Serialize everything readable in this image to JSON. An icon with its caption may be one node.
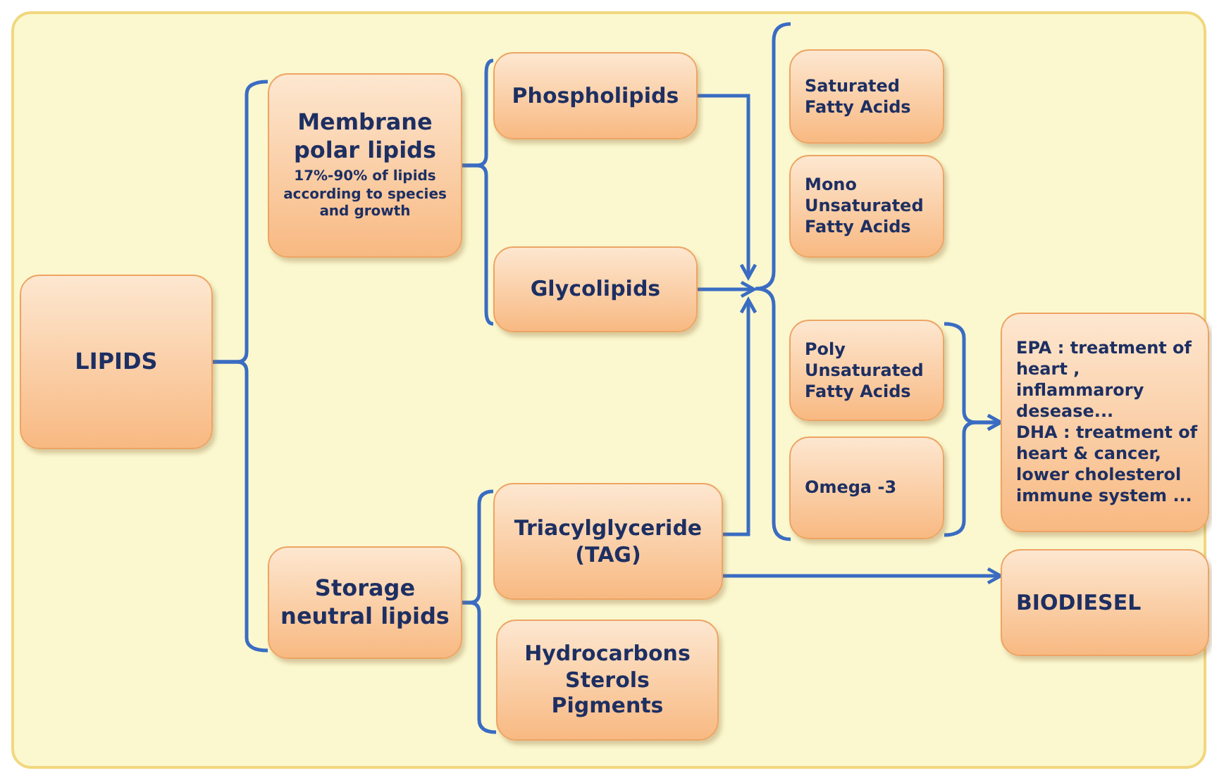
{
  "diagram": {
    "nodes": [
      {
        "text": [
          "LIPIDS"
        ]
      },
      {
        "text": [
          "Membrane polar lipids",
          "17%-90% of lipids according to species and growth"
        ]
      },
      {
        "text": [
          "Storage neutral lipids"
        ]
      },
      {
        "text": [
          "Phospholipids"
        ]
      },
      {
        "text": [
          "Glycolipids"
        ]
      },
      {
        "text": [
          "Triacylglyceride (TAG)"
        ]
      },
      {
        "text": [
          "Hydrocarbons",
          "Sterols",
          "Pigments"
        ]
      },
      {
        "text": [],
        "shape": "bracket"
      },
      {
        "text": [
          "Saturated Fatty Acids"
        ]
      },
      {
        "text": [
          "Mono Unsaturated Fatty Acids"
        ]
      },
      {
        "text": [
          "Poly Unsaturated Fatty Acids"
        ]
      },
      {
        "text": [
          "Omega -3"
        ]
      },
      {
        "text": [
          "EPA : treatment of heart , inflammarory desease...",
          "DHA : treatment of heart & cancer, lower cholesterol immune system ..."
        ]
      },
      {
        "text": [
          "BIODIESEL"
        ]
      }
    ],
    "edges": [
      {
        "from": 0,
        "to": 1,
        "arrow": "none"
      },
      {
        "from": 0,
        "to": 2,
        "arrow": "none"
      },
      {
        "from": 1,
        "to": 3,
        "arrow": "none"
      },
      {
        "from": 1,
        "to": 4,
        "arrow": "none"
      },
      {
        "from": 2,
        "to": 5,
        "arrow": "none"
      },
      {
        "from": 2,
        "to": 6,
        "arrow": "none"
      },
      {
        "from": 3,
        "to": 7,
        "arrow": "to"
      },
      {
        "from": 4,
        "to": 7,
        "arrow": "to"
      },
      {
        "from": 5,
        "to": 7,
        "arrow": "to"
      },
      {
        "from": 10,
        "to": 12,
        "arrow": "to"
      },
      {
        "from": 11,
        "to": 12,
        "arrow": "to"
      },
      {
        "from": 5,
        "to": 13,
        "arrow": "to"
      }
    ]
  }
}
